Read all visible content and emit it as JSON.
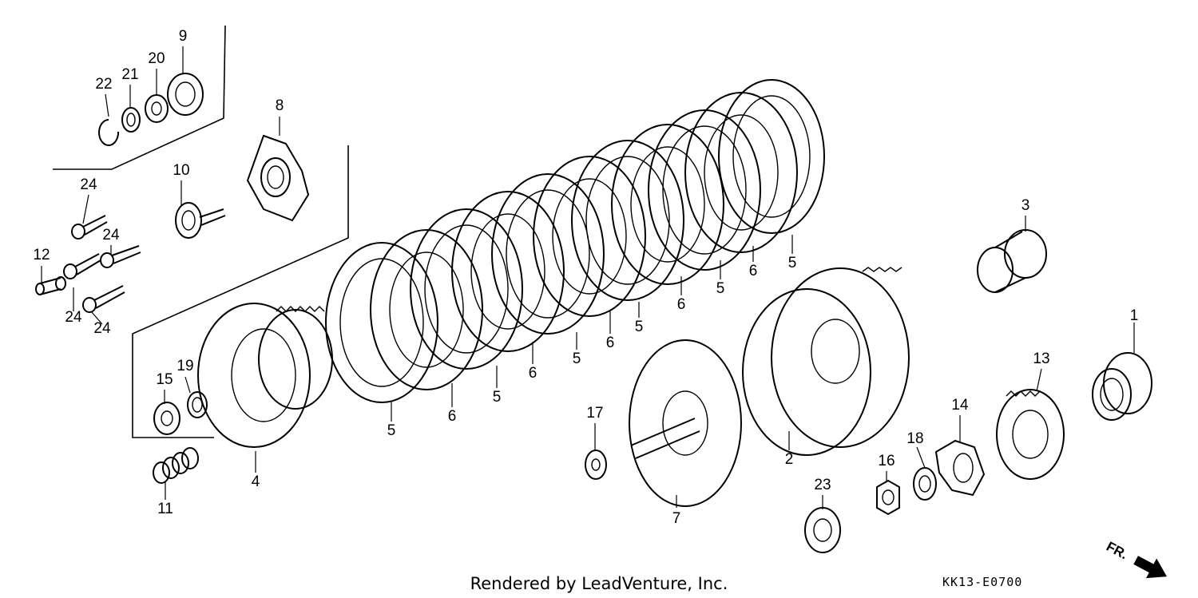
{
  "callouts": {
    "p1": "1",
    "p2": "2",
    "p3": "3",
    "p4": "4",
    "p5a": "5",
    "p5b": "5",
    "p5c": "5",
    "p5d": "5",
    "p5e": "5",
    "p5f": "5",
    "p6a": "6",
    "p6b": "6",
    "p6c": "6",
    "p6d": "6",
    "p6e": "6",
    "p7": "7",
    "p8": "8",
    "p9": "9",
    "p10": "10",
    "p11": "11",
    "p12": "12",
    "p13": "13",
    "p14": "14",
    "p15": "15",
    "p16": "16",
    "p17": "17",
    "p18": "18",
    "p19": "19",
    "p20": "20",
    "p21": "21",
    "p22": "22",
    "p23": "23",
    "p24a": "24",
    "p24b": "24",
    "p24c": "24",
    "p24d": "24"
  },
  "footer": {
    "credit": "Rendered by LeadVenture, Inc.",
    "code": "KK13-E0700",
    "direction": "FR."
  },
  "icons": {
    "direction_arrow": "front-arrow-icon"
  }
}
